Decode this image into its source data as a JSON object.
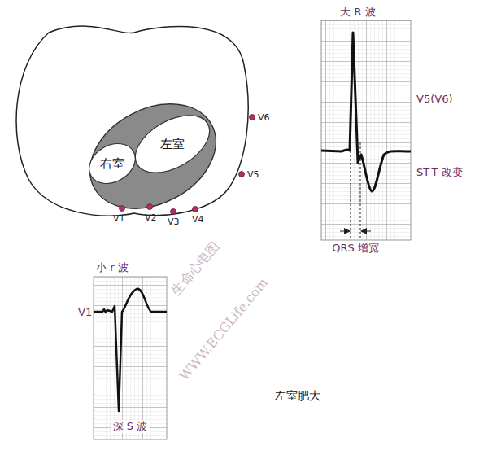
{
  "diagram": {
    "caption": "左室肥大",
    "nodes": [
      {
        "text": [
          "右室"
        ]
      },
      {
        "text": [
          "左室"
        ]
      }
    ],
    "labels": [
      "V1",
      "V2",
      "V3",
      "V4",
      "V5",
      "V6",
      "大 R 波",
      "V5(V6)",
      "ST-T 改变",
      "QRS 增宽",
      "小 r 波",
      "V1",
      "深 S 波",
      "生命心电图",
      "WWW.ECGLife.com"
    ]
  }
}
